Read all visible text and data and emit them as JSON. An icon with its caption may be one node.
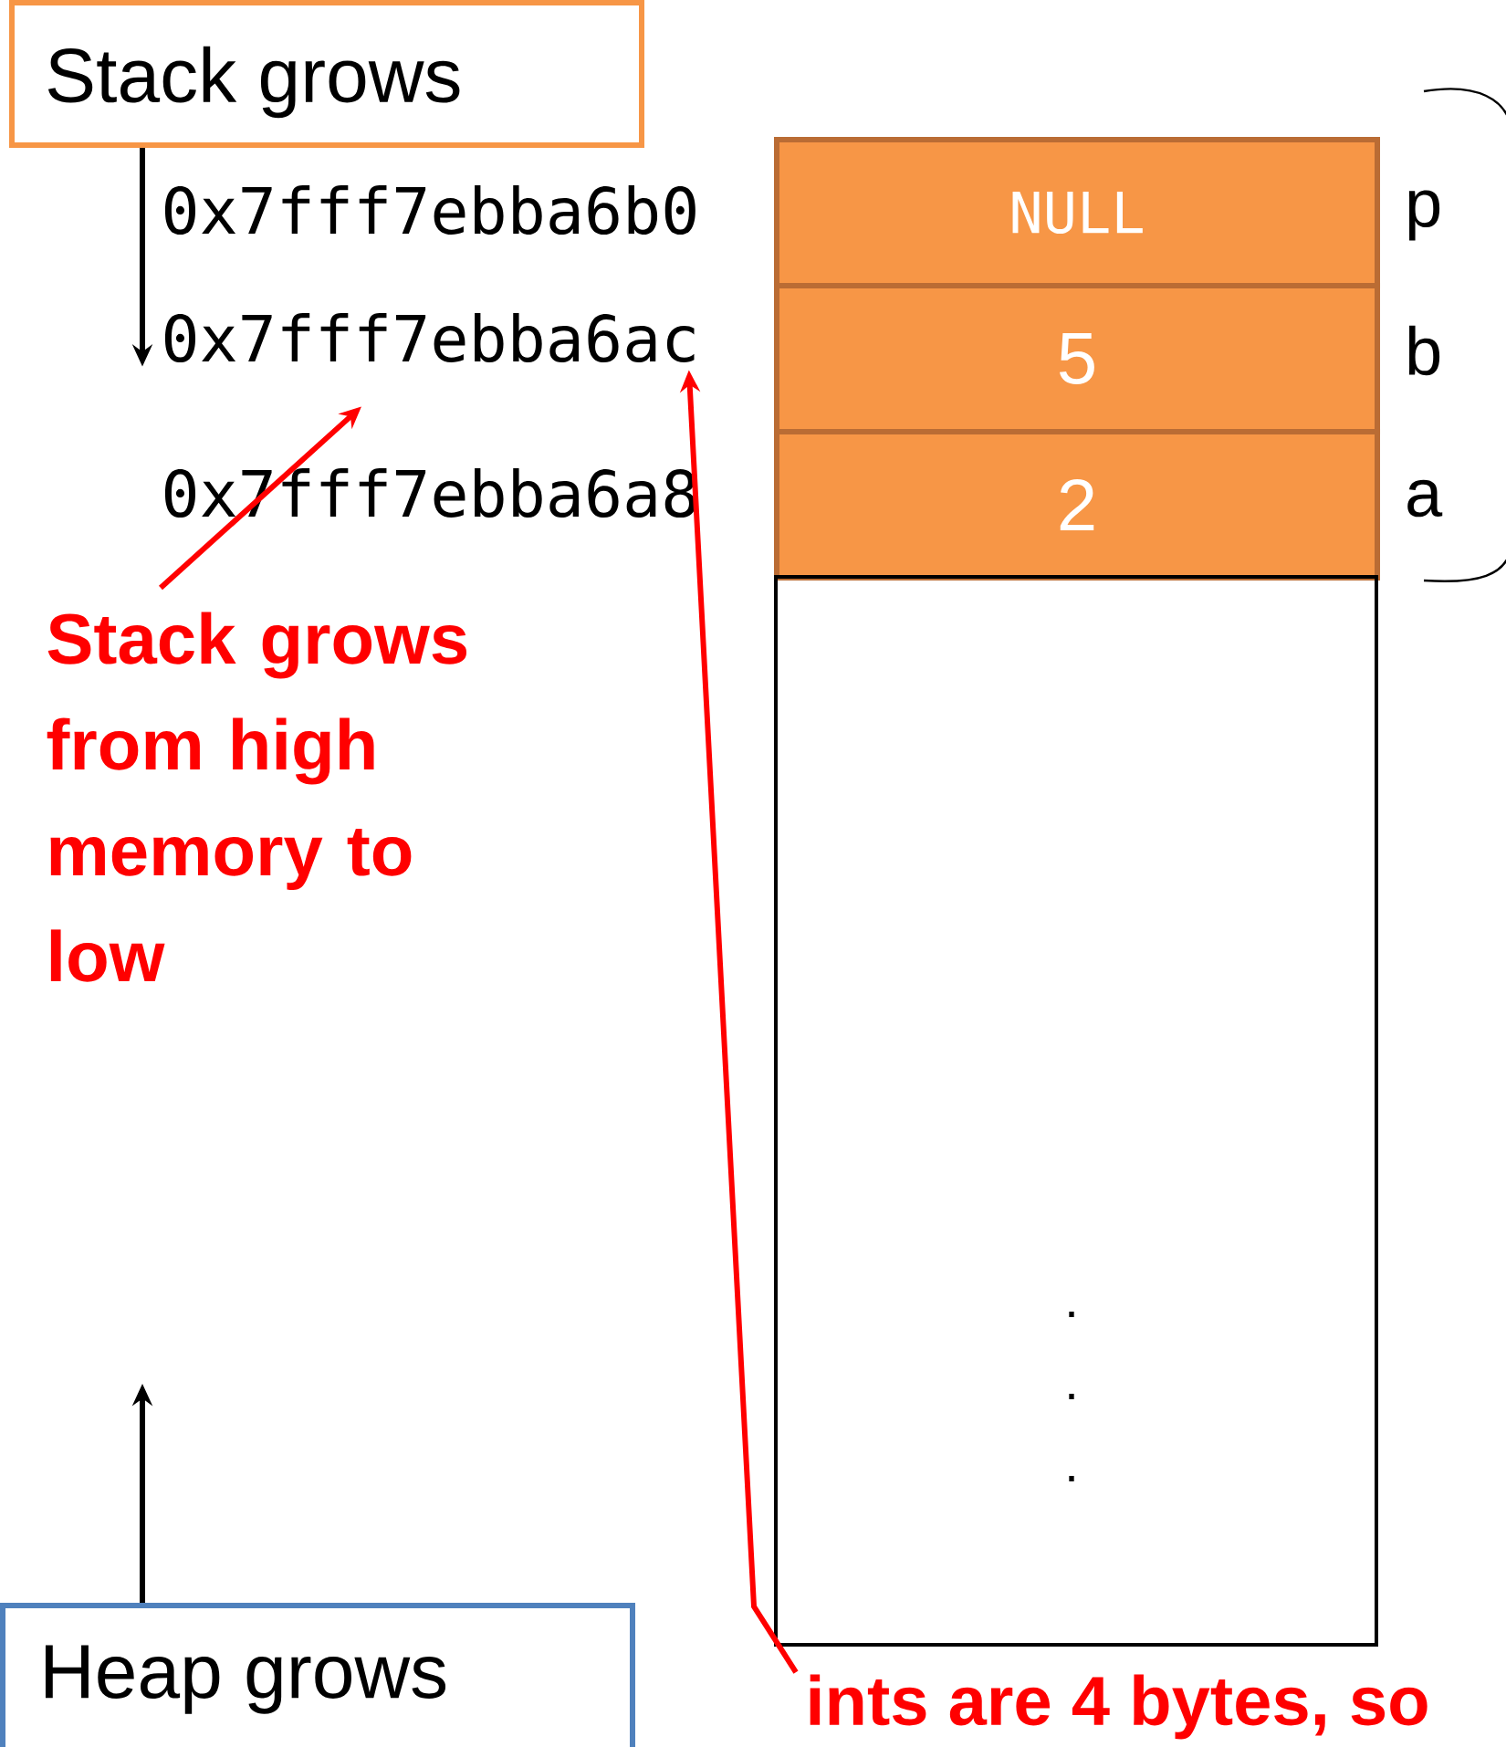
{
  "diagram": {
    "nodes": [
      {
        "text": [
          "Stack grows"
        ]
      },
      {
        "text": [
          "0x7fff7ebba6b0"
        ]
      },
      {
        "text": [
          "0x7fff7ebba6ac"
        ]
      },
      {
        "text": [
          "0x7fff7ebba6a8"
        ]
      },
      {
        "text": [
          "NULL"
        ],
        "beside": [
          "p"
        ]
      },
      {
        "text": [
          "5"
        ],
        "beside": [
          "b"
        ]
      },
      {
        "text": [
          "2"
        ],
        "beside": [
          "a"
        ]
      },
      {
        "text": [],
        "shape": "box"
      },
      {
        "text": [
          "Stack grows from high memory to low"
        ]
      },
      {
        "text": [
          "Heap grows"
        ]
      },
      {
        "text": [
          "ints are 4 bytes, so"
        ]
      }
    ],
    "edges": [
      {
        "from": 0,
        "to": 2,
        "arrow": "to"
      },
      {
        "from": 9,
        "to": null,
        "arrow": "to"
      },
      {
        "from": 8,
        "to": 2,
        "arrow": "to",
        "color": "#ff0000"
      },
      {
        "from": 10,
        "to": 2,
        "arrow": "to",
        "color": "#ff0000"
      }
    ],
    "labels": [
      ".",
      ".",
      "."
    ]
  }
}
